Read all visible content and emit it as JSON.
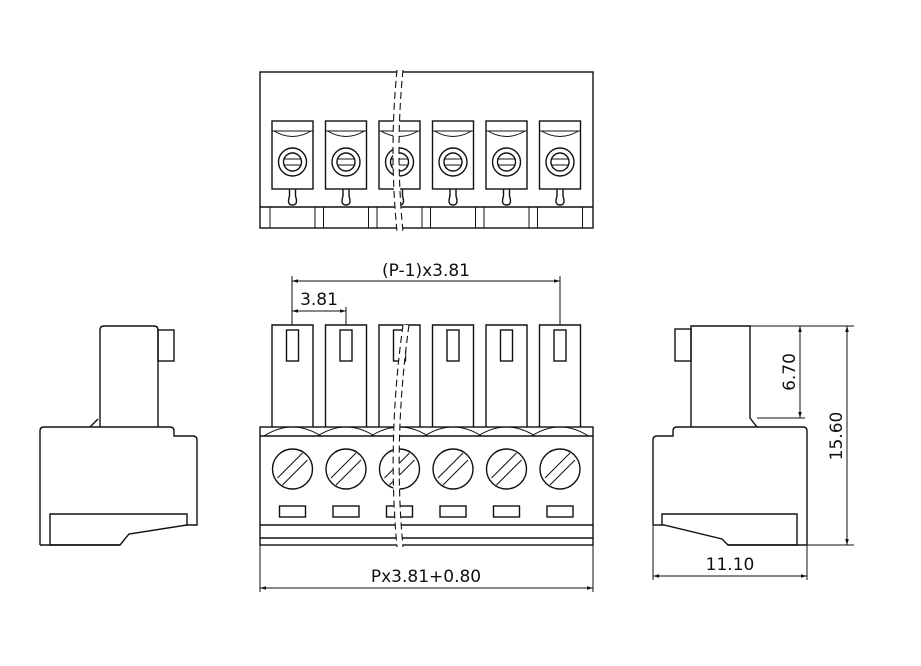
{
  "drawing": {
    "pin_count_shown": 6,
    "dimensions": {
      "span": "(P-1)x3.81",
      "pitch": "3.81",
      "total_length": "Px3.81+0.80",
      "plug_height": "6.70",
      "overall_height": "15.60",
      "depth": "11.10"
    }
  }
}
